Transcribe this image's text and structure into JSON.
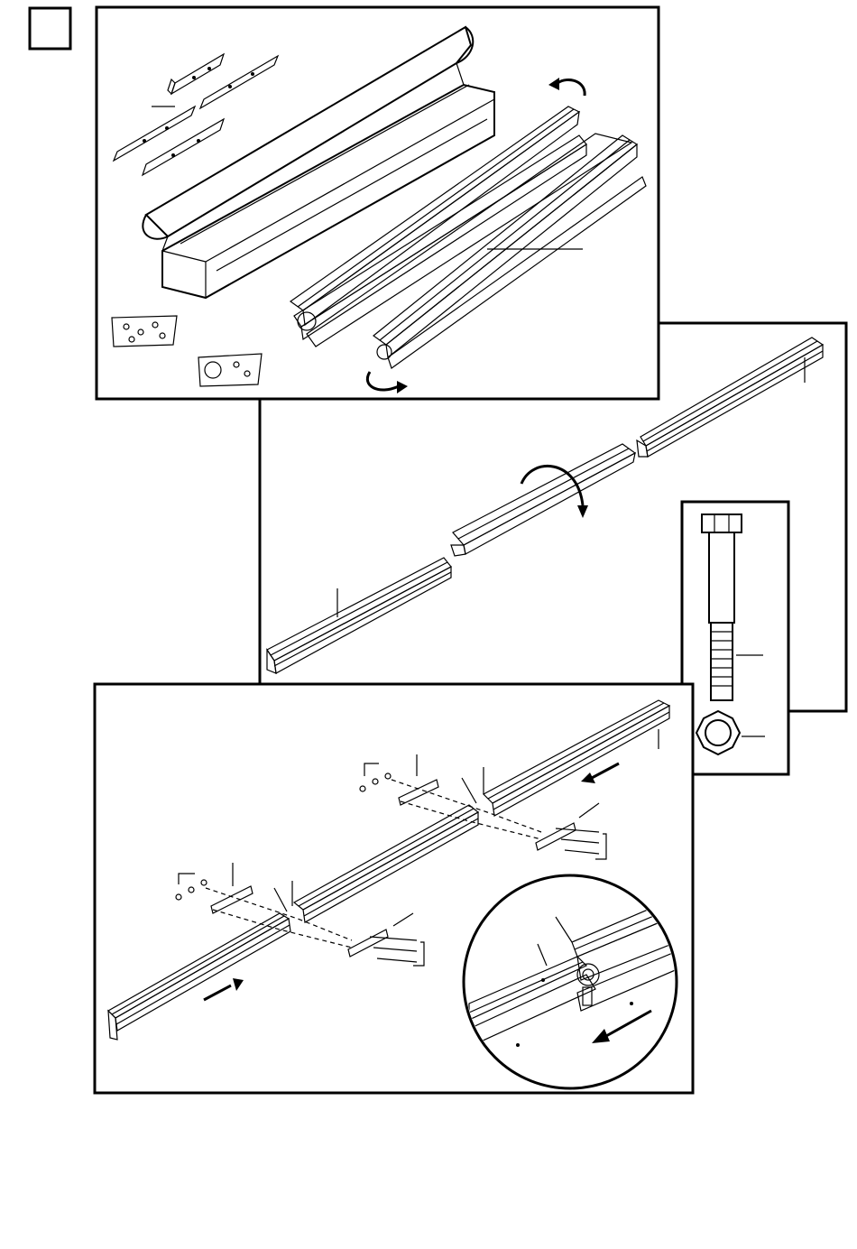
{
  "step": {
    "number": "",
    "box_color": "#000000"
  },
  "panels": [
    {
      "id": "unpack",
      "icon": "carton-with-rail-parts-icon"
    },
    {
      "id": "unfold",
      "icon": "rail-sections-rotate-icon"
    },
    {
      "id": "assemble",
      "icon": "rail-joining-with-brackets-icon"
    }
  ],
  "callouts": {
    "bolt": "hex-bolt-icon",
    "nut": "lock-nut-icon",
    "detail": "rail-joint-detail-icon"
  }
}
